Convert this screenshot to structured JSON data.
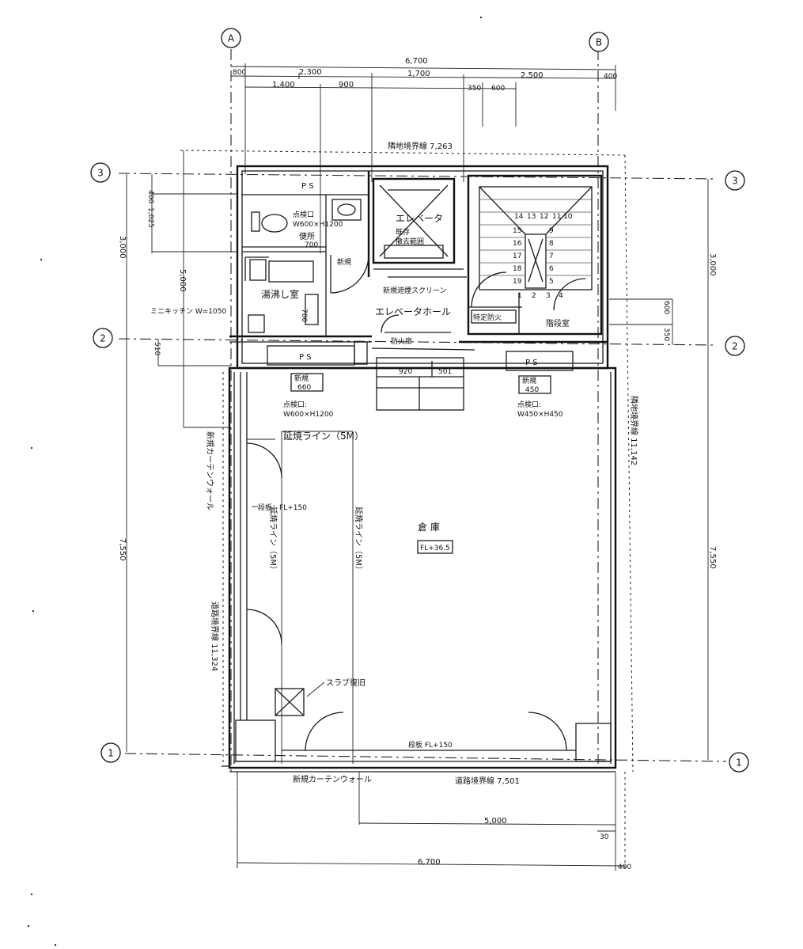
{
  "grid": {
    "A": "A",
    "B": "B",
    "g3": "3",
    "g2": "2",
    "g1": "1"
  },
  "top_dims": {
    "total": "6,700",
    "d800": "800",
    "d2300": "2,300",
    "d1700": "1,700",
    "d2500": "2,500",
    "d400": "400",
    "d1400": "1,400",
    "d900": "900",
    "d350": "350",
    "d600": "600"
  },
  "left_dims": {
    "d400": "400",
    "d1025": "1,025",
    "d3000": "3,000",
    "d5000": "5,000",
    "d510": "510",
    "d7550": "7,550",
    "mini_kitchen": "ミニキッチン W=1050"
  },
  "right_dims": {
    "d3000": "3,000",
    "d600": "600",
    "d350": "350",
    "d7550": "7,550",
    "boundary_right": "隣地境界線 11,142"
  },
  "bottom_dims": {
    "d5000": "5,000",
    "d6700": "6,700",
    "d30": "30",
    "d400": "400",
    "road_boundary": "道路境界線 7,501",
    "new_curtain_bottom": "新規カーテンウォール"
  },
  "boundary_top": "隣地境界線 7,263",
  "boundary_left": "道路境界線 11,324",
  "rooms": {
    "ps_top": "P S",
    "inspect1": "点検口",
    "inspect1_size": "W600×H1200",
    "toilet": "便所",
    "new1": "新規",
    "kyutoshitsu": "湯沸し室",
    "d700a": "700",
    "d700b": "700",
    "elevator": "エレベータ",
    "elevator_note1": "既存",
    "elevator_note2": "撤去範囲",
    "smoke_screen": "新規遮煙スクリーン",
    "ev_hall": "エレベータホール",
    "fire_door": "防火扉",
    "fire_door2": "特定防火",
    "hallway": "階段室",
    "ps_left": "P S",
    "ps_right": "P S",
    "d920": "920",
    "d501": "501",
    "new_l": "新規",
    "new_l_size": "660",
    "inspect_l": "点検口:",
    "inspect_l_size": "W600×H1200",
    "new_r": "新規",
    "new_r_size": "450",
    "inspect_r": "点検口:",
    "inspect_r_size": "W450×H450",
    "fire_line_top": "延焼ライン（5M）",
    "fire_line_left": "延焼ライン（5M）",
    "fire_line_mid": "延焼ライン（5M）",
    "new_curtain_left": "新規カーテンウォール",
    "step_left": "段板：FL+150",
    "warehouse": "倉 庫",
    "warehouse_fl": "FL+36.5",
    "slab": "スラブ復旧",
    "step_bottom": "段板 FL+150"
  },
  "stair_nums": [
    "14",
    "13",
    "12",
    "11",
    "10",
    "15",
    "9",
    "16",
    "8",
    "17",
    "7",
    "18",
    "6",
    "19",
    "5",
    "1",
    "2",
    "3",
    "4"
  ]
}
